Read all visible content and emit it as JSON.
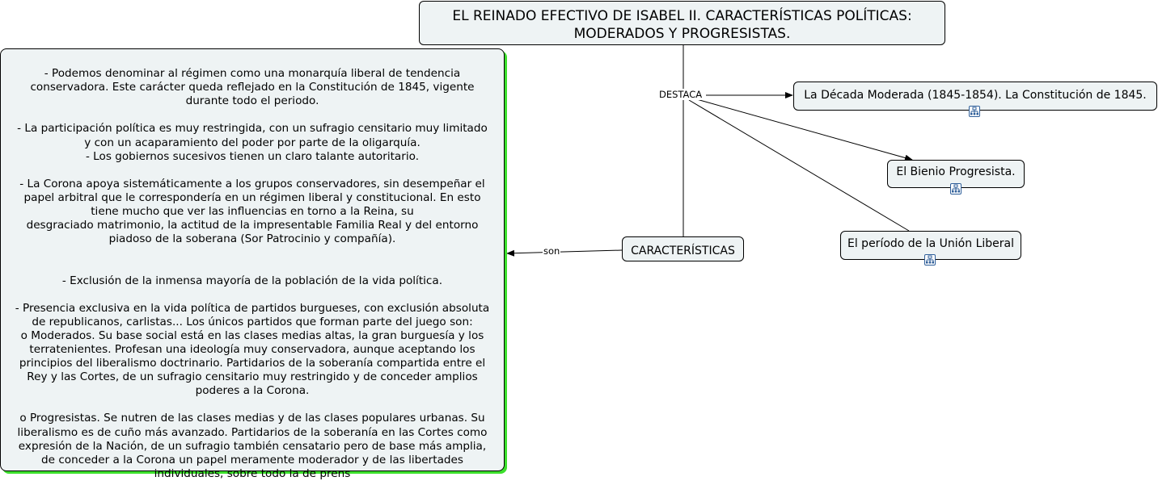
{
  "title": "EL REINADO EFECTIVO DE ISABEL II. CARACTERÍSTICAS POLÍTICAS: MODERADOS Y PROGRESISTAS.",
  "link_labels": {
    "destaca": "DESTACA",
    "son": "son"
  },
  "nodes": {
    "caracteristicas": "CARACTERÍSTICAS",
    "decada": "La Década Moderada (1845-1854). La Constitución de 1845.",
    "bienio": "El Bienio Progresista.",
    "union": "El período de la Unión Liberal"
  },
  "detail": "- Podemos denominar al régimen como una monarquía liberal de tendencia\nconservadora. Este carácter queda reflejado en la Constitución de 1845, vigente\ndurante todo el periodo.\n\n- La participación política es muy restringida, con un sufragio censitario muy limitado\ny con un acaparamiento del poder por parte de la oligarquía.\n- Los gobiernos sucesivos tienen un claro talante autoritario.\n\n- La Corona apoya sistemáticamente a los grupos conservadores, sin desempeñar el\npapel arbitral que le correspondería en un régimen liberal y constitucional. En esto\ntiene mucho que ver las influencias en torno a la Reina, su\ndesgraciado matrimonio, la actitud de la impresentable Familia Real y del entorno\npiadoso de la soberana (Sor Patrocinio y compañía).\n\n\n- Exclusión de la inmensa mayoría de la población de la vida política.\n\n- Presencia exclusiva en la vida política de partidos burgueses, con exclusión absoluta\nde republicanos, carlistas... Los únicos partidos que forman parte del juego son:\no Moderados. Su base social está en las clases medias altas, la gran burguesía y los\nterratenientes. Profesan una ideología muy conservadora, aunque aceptando los\nprincipios del liberalismo doctrinario. Partidarios de la soberanía compartida entre el\nRey y las Cortes, de un sufragio censitario muy restringido y de conceder amplios\npoderes a la Corona.\n\no Progresistas. Se nutren de las clases medias y de las clases populares urbanas. Su\nliberalismo es de cuño más avanzado. Partidarios de la soberanía en las Cortes como\nexpresión de la Nación, de un sufragio también censatario pero de base más amplia,\nde conceder a la Corona un papel meramente moderador y de las libertades\nindividuales, sobre todo la de prens",
  "icons": [
    "submap-icon",
    "submap-icon",
    "submap-icon"
  ],
  "colors": {
    "node_fill": "#eef3f4",
    "node_border": "#000000",
    "shadow_accent": "#3ce02c",
    "icon_border": "#2f5f9a"
  }
}
